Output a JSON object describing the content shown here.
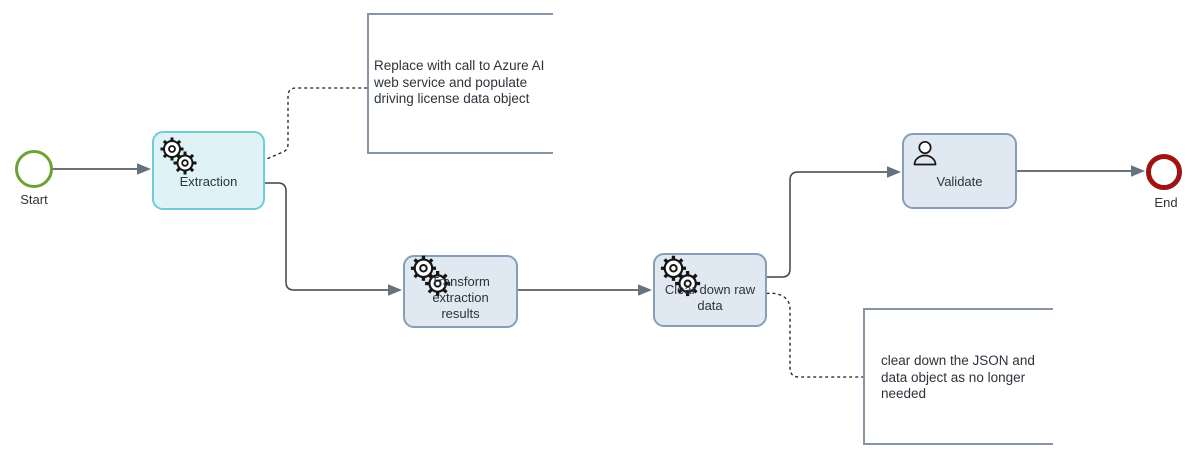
{
  "events": {
    "start": {
      "label": "Start",
      "stroke_color": "#6aa331"
    },
    "end": {
      "label": "End",
      "stroke_color": "#9e1414"
    }
  },
  "tasks": {
    "extraction": {
      "label": "Extraction",
      "type": "service-task",
      "icon": "gears-icon",
      "fill": "#dff3f7",
      "border": "#6fcdd8"
    },
    "transform": {
      "label": "Transform extraction results",
      "type": "service-task",
      "icon": "gears-icon",
      "fill": "#e0e8f2",
      "border": "#879fb6"
    },
    "cleardown": {
      "label": "Clear down raw data",
      "type": "service-task",
      "icon": "gears-icon",
      "fill": "#e0e8f2",
      "border": "#879fb6"
    },
    "validate": {
      "label": "Validate",
      "type": "user-task",
      "icon": "user-icon",
      "fill": "#e0e8f2",
      "border": "#879fb6"
    }
  },
  "annotations": {
    "azure": {
      "text": "Replace with call to Azure AI web service and populate driving license data object"
    },
    "cleardown_note": {
      "text": "clear down the JSON and data object as no longer needed"
    }
  },
  "flows": {
    "start_to_extraction": {
      "from": "Start",
      "to": "Extraction",
      "style": "solid"
    },
    "extraction_to_transform": {
      "from": "Extraction",
      "to": "Transform extraction results",
      "style": "solid"
    },
    "transform_to_cleardown": {
      "from": "Transform extraction results",
      "to": "Clear down raw data",
      "style": "solid"
    },
    "cleardown_to_validate": {
      "from": "Clear down raw data",
      "to": "Validate",
      "style": "solid"
    },
    "validate_to_end": {
      "from": "Validate",
      "to": "End",
      "style": "solid"
    },
    "extraction_to_azure_note": {
      "from": "Extraction",
      "to": "azure annotation",
      "style": "dotted"
    },
    "cleardown_to_cleardown_note": {
      "from": "Clear down raw data",
      "to": "cleardown annotation",
      "style": "dotted"
    }
  },
  "colors": {
    "connector": "#3f4347",
    "arrowhead": "#66737f",
    "annotation_border": "#8795a7",
    "text": "#2d333a",
    "background": "#ffffff"
  }
}
